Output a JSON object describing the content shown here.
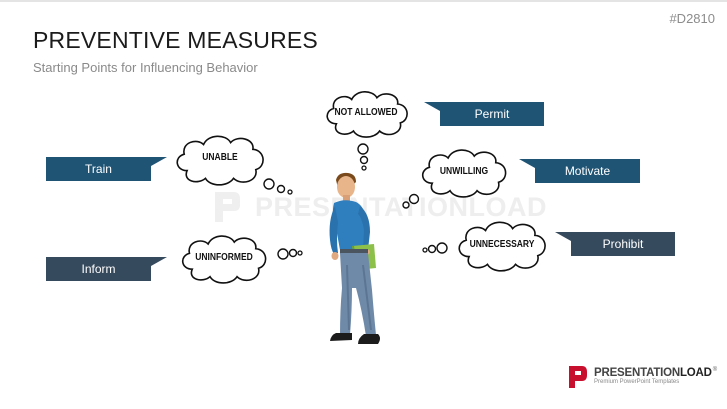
{
  "slide": {
    "code": "#D2810",
    "title": "PREVENTIVE MEASURES",
    "subtitle": "Starting Points for Influencing Behavior",
    "watermark": "PRESENTATIONLOAD"
  },
  "thoughts": [
    {
      "id": "not-allowed",
      "label": "NOT ALLOWED"
    },
    {
      "id": "unable",
      "label": "UNABLE"
    },
    {
      "id": "unwilling",
      "label": "UNWILLING"
    },
    {
      "id": "uninformed",
      "label": "UNINFORMED"
    },
    {
      "id": "unnecessary",
      "label": "UNNECESSARY"
    }
  ],
  "measures": [
    {
      "id": "permit",
      "label": "Permit"
    },
    {
      "id": "train",
      "label": "Train"
    },
    {
      "id": "motivate",
      "label": "Motivate"
    },
    {
      "id": "inform",
      "label": "Inform"
    },
    {
      "id": "prohibit",
      "label": "Prohibit"
    }
  ],
  "logo": {
    "name_light": "PRESENTATION",
    "name_bold": "LOAD",
    "mark": "®",
    "tagline": "Premium PowerPoint Templates"
  },
  "colors": {
    "box_dark": "#1f5475",
    "box_slate": "#364a5d",
    "logo_red": "#c8102e"
  }
}
